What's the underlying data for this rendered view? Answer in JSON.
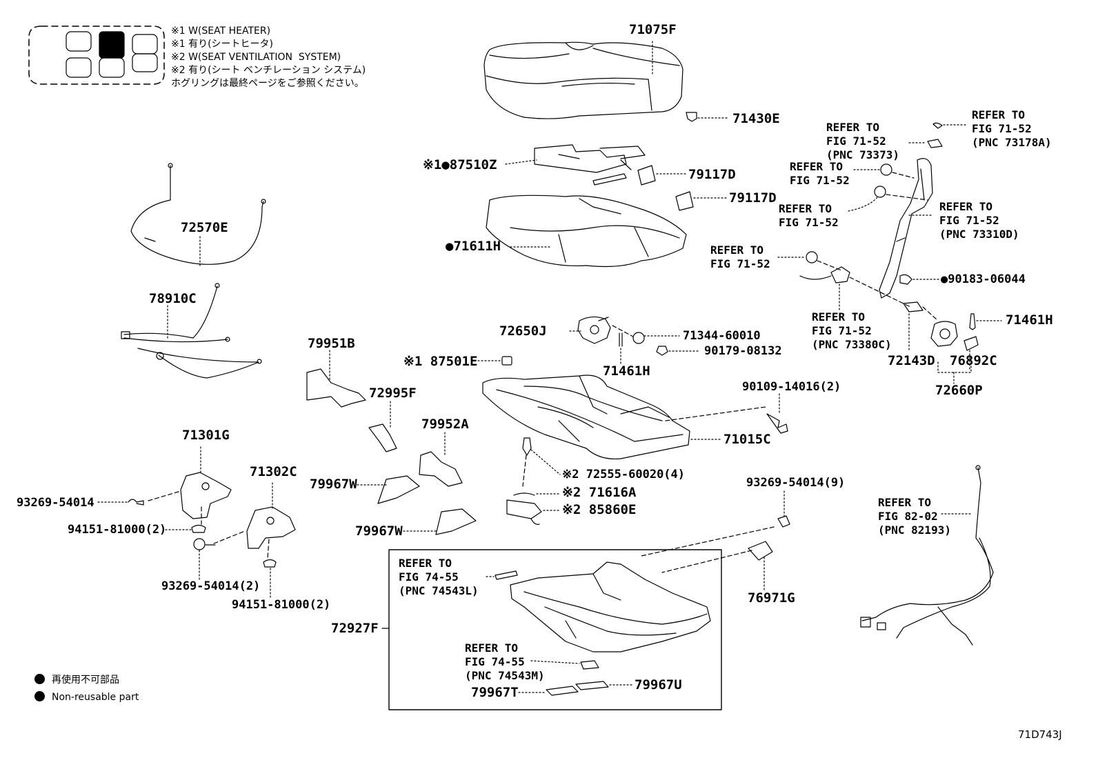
{
  "diagram_code": "71D743J",
  "seat_icon": {
    "name": "seat-position-icon",
    "highlighted": "middle-front"
  },
  "notes": [
    "※1 W(SEAT HEATER)",
    "※1 有り(シートヒータ)",
    "※2 W(SEAT VENTILATION  SYSTEM)",
    "※2 有り(シート ベンチレーション システム)",
    "ホグリングは最終ページをご参照ください。"
  ],
  "legend": {
    "ja": "再使用不可部品",
    "en": "Non-reusable part"
  },
  "parts": {
    "p71075F": "71075F",
    "p71430E": "71430E",
    "p87510Z": "※1●87510Z",
    "p79117D_a": "79117D",
    "p79117D_b": "79117D",
    "p71611H": "●71611H",
    "p72570E": "72570E",
    "p78910C": "78910C",
    "p79951B": "79951B",
    "p72995F": "72995F",
    "p87501E": "※1 87501E",
    "p72650J": "72650J",
    "p71344": "71344-60010",
    "p90179": "90179-08132",
    "p71461H_a": "71461H",
    "p90109": "90109-14016(2)",
    "p71015C": "71015C",
    "p79952A": "79952A",
    "p72555": "※2 72555-60020(4)",
    "p71616A": "※2 71616A",
    "p85860E": "※2 85860E",
    "p79967W_a": "79967W",
    "p79967W_b": "79967W",
    "p71301G": "71301G",
    "p71302C": "71302C",
    "p93269_a": "93269-54014",
    "p94151_a": "94151-81000(2)",
    "p93269_b": "93269-54014(2)",
    "p94151_b": "94151-81000(2)",
    "p93269_c": "93269-54014(9)",
    "p76971G": "76971G",
    "p72927F": "72927F",
    "p79967T": "79967T",
    "p79967U": "79967U",
    "p90183": "●90183-06044",
    "p71461H_b": "71461H",
    "p72143D": "72143D",
    "p76892C": "76892C",
    "p72660P": "72660P"
  },
  "refs": {
    "r73373": "REFER TO\nFIG 71-52\n(PNC 73373)",
    "r73178A": "REFER TO\nFIG 71-52\n(PNC 73178A)",
    "r1": "REFER TO\nFIG 71-52",
    "r2": "REFER TO\nFIG 71-52",
    "r73310D": "REFER TO\nFIG 71-52\n(PNC 73310D)",
    "r3": "REFER TO\nFIG 71-52",
    "r73380C": "REFER TO\nFIG 71-52\n(PNC 73380C)",
    "r82193": "REFER TO\nFIG 82-02\n(PNC 82193)",
    "r74543L": "REFER TO\nFIG 74-55\n(PNC 74543L)",
    "r74543M": "REFER TO\nFIG 74-55\n(PNC 74543M)"
  }
}
